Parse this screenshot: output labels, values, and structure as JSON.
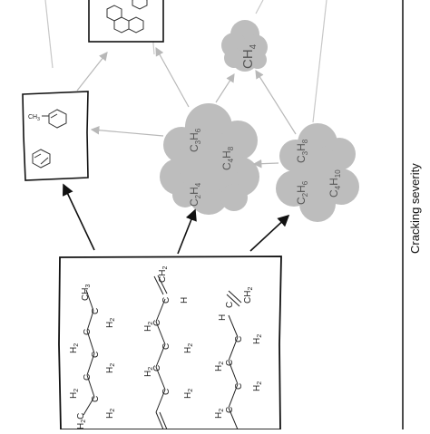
{
  "axis": {
    "label": "Cracking severity"
  },
  "gases": {
    "methane": {
      "main": "CH",
      "sub": "4"
    },
    "mid_cloud": [
      {
        "main": "C",
        "sub": "2",
        "main2": "H",
        "sub2": "4"
      },
      {
        "main": "C",
        "sub": "3",
        "main2": "H",
        "sub2": "6"
      },
      {
        "main": "C",
        "sub": "4",
        "main2": "H",
        "sub2": "8"
      }
    ],
    "right_cloud": [
      {
        "main": "C",
        "sub": "2",
        "main2": "H",
        "sub2": "6"
      },
      {
        "main": "C",
        "sub": "3",
        "main2": "H",
        "sub2": "8"
      },
      {
        "main": "C",
        "sub": "4",
        "main2": "H",
        "sub2": "10"
      }
    ]
  },
  "aromatics": {
    "methyl_label": "CH",
    "methyl_sub": "3"
  },
  "chains": {
    "h2": "H",
    "h2_sub": "2",
    "c": "C",
    "h": "H",
    "ch3": "CH",
    "ch3_sub": "3",
    "ch2": "CH",
    "ch2_sub": "2"
  },
  "colors": {
    "cloud": "#bdbdbd",
    "gray_arrow": "#b8b8b8",
    "black_arrow": "#111111",
    "text_gray": "#555555"
  }
}
